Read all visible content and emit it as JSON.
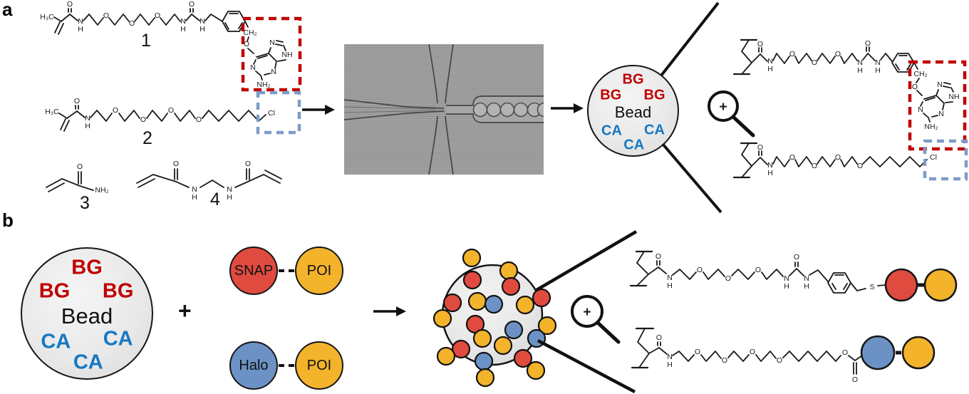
{
  "figure": {
    "panel_a_label": "a",
    "panel_b_label": "b"
  },
  "colors": {
    "bg-red": "#C00000",
    "ca-blue": "#1778C2",
    "box-red": "#C00000",
    "box-blue": "#7E9CC8",
    "circle-red": "#E04B3F",
    "circle-yellow": "#F3B32B",
    "circle-blue": "#6C92C5",
    "micro-bg": "#9C9C9C"
  },
  "panel_a": {
    "mol1": {
      "number": "1",
      "atoms": [
        "H₃C",
        "O",
        "N",
        "H",
        "O",
        "O",
        "O",
        "N",
        "H",
        "O",
        "N",
        "H",
        "CH₂",
        "O",
        "N",
        "NH",
        "N",
        "N",
        "NH₂"
      ]
    },
    "mol2": {
      "number": "2",
      "atoms": [
        "H₃C",
        "O",
        "N",
        "H",
        "O",
        "O",
        "O",
        "O",
        "Cl"
      ]
    },
    "mol3": {
      "number": "3",
      "atoms": [
        "O",
        "NH₂"
      ]
    },
    "mol4": {
      "number": "4",
      "atoms": [
        "O",
        "N",
        "H",
        "N",
        "H",
        "O"
      ]
    },
    "bead": {
      "bg": [
        "BG",
        "BG",
        "BG"
      ],
      "name": "Bead",
      "ca": [
        "CA",
        "CA",
        "CA"
      ]
    },
    "magnifier_plus": "+",
    "zoom_top": {
      "atoms": [
        "O",
        "N",
        "H",
        "O",
        "O",
        "O",
        "N",
        "H",
        "O",
        "N",
        "H",
        "CH₂",
        "O",
        "N",
        "NH",
        "N",
        "N",
        "NH₂"
      ]
    },
    "zoom_bottom": {
      "atoms": [
        "O",
        "N",
        "H",
        "O",
        "O",
        "O",
        "O",
        "Cl"
      ]
    }
  },
  "panel_b": {
    "bead": {
      "bg": [
        "BG",
        "BG",
        "BG"
      ],
      "name": "Bead",
      "ca": [
        "CA",
        "CA",
        "CA"
      ]
    },
    "plus": "+",
    "fusion_top": {
      "tag": "SNAP",
      "poi": "POI"
    },
    "fusion_bottom": {
      "tag": "Halo",
      "poi": "POI"
    },
    "magnifier_plus": "+",
    "zoom_top": {
      "atoms": [
        "O",
        "N",
        "H",
        "O",
        "O",
        "O",
        "N",
        "H",
        "O",
        "N",
        "H",
        "S"
      ]
    },
    "zoom_bottom": {
      "atoms": [
        "O",
        "N",
        "H",
        "O",
        "O",
        "O",
        "O",
        "O",
        "O"
      ]
    }
  }
}
